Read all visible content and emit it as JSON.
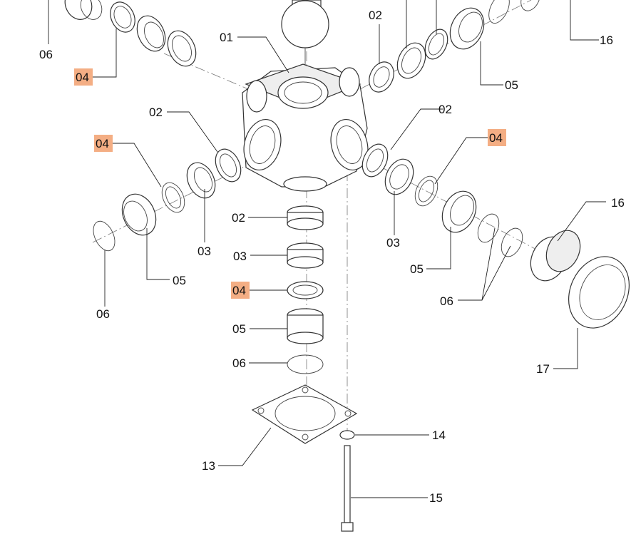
{
  "highlight_color": "#f4ae84",
  "callouts": {
    "c01": "01",
    "c02a": "02",
    "c02b": "02",
    "c02c": "02",
    "c02d": "02",
    "c03a": "03",
    "c03b": "03",
    "c03c": "03",
    "c04a": "04",
    "c04b": "04",
    "c04c": "04",
    "c04d": "04",
    "c05a": "05",
    "c05b": "05",
    "c05c": "05",
    "c05d": "05",
    "c06a": "06",
    "c06b": "06",
    "c06c": "06",
    "c06d": "06",
    "c13": "13",
    "c14": "14",
    "c15": "15",
    "c16a": "16",
    "c16b": "16",
    "c17": "17"
  }
}
